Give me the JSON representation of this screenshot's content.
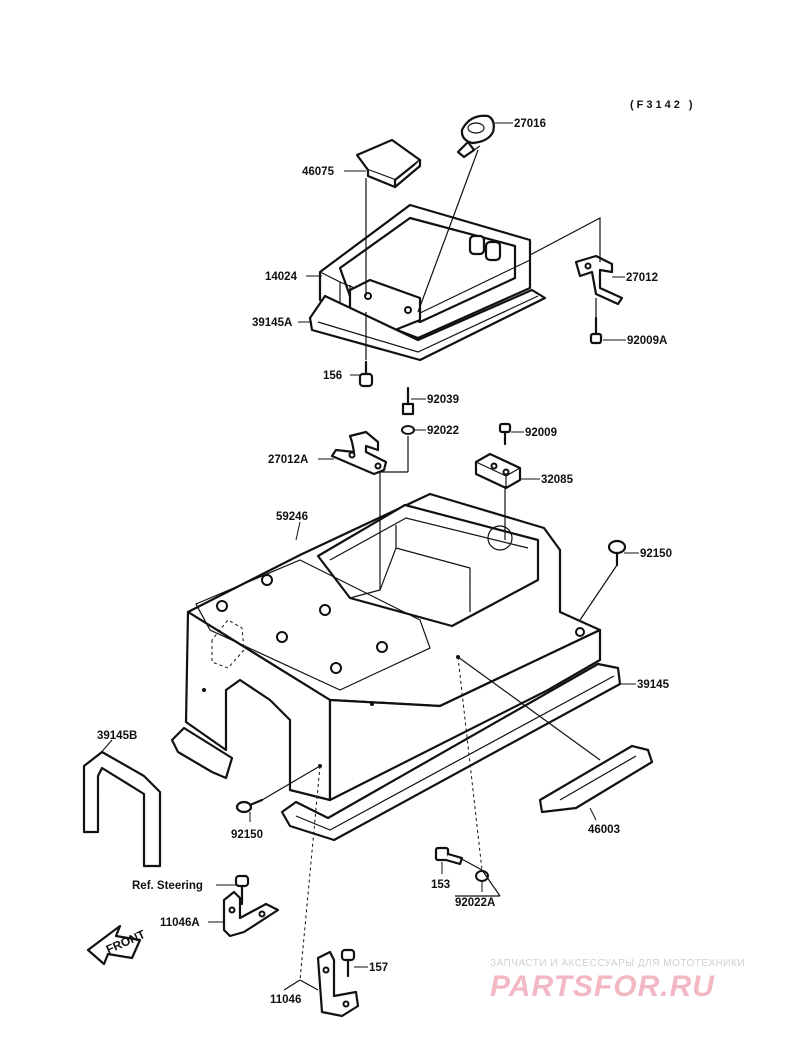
{
  "diagram_code": "(F3142 )",
  "labels": {
    "p27016": "27016",
    "p46075": "46075",
    "p14024": "14024",
    "p39145A": "39145A",
    "p27012": "27012",
    "p92009A": "92009A",
    "p156": "156",
    "p92039": "92039",
    "p92022": "92022",
    "p92009": "92009",
    "p27012A": "27012A",
    "p32085": "32085",
    "p59246": "59246",
    "p92150_top": "92150",
    "p39145": "39145",
    "p39145B": "39145B",
    "p92150_bottom": "92150",
    "p46003": "46003",
    "p153": "153",
    "p92022A": "92022A",
    "ref_steering": "Ref. Steering",
    "p11046A": "11046A",
    "p157": "157",
    "p11046": "11046"
  },
  "front_arrow": "FRONT",
  "watermark": {
    "line1": "ЗАПЧАСТИ И АКСЕССУАРЫ ДЛЯ МОТОТЕХНИКИ",
    "line2": "PARTSFOR.RU"
  }
}
